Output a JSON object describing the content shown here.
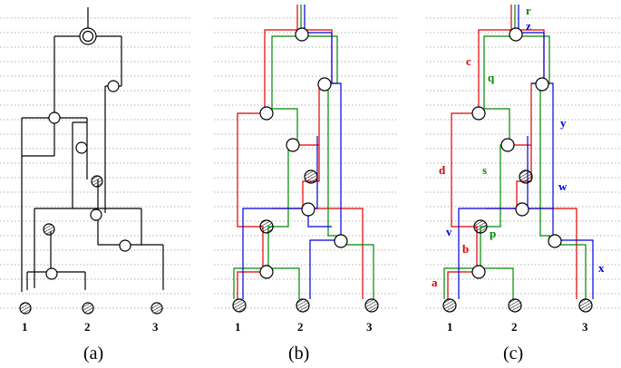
{
  "leaf_labels": [
    "1",
    "2",
    "3"
  ],
  "captions": [
    "(a)",
    "(b)",
    "(c)"
  ],
  "edge_labels": {
    "r": "r",
    "z": "z",
    "c": "c",
    "q": "q",
    "y": "y",
    "d": "d",
    "s": "s",
    "w": "w",
    "v": "v",
    "b": "b",
    "p": "p",
    "x": "x",
    "a": "a"
  },
  "colors": {
    "red": "#e00000",
    "green": "#008800",
    "blue": "#0000dd",
    "black": "#000000",
    "dotted_rule": "#999999"
  }
}
